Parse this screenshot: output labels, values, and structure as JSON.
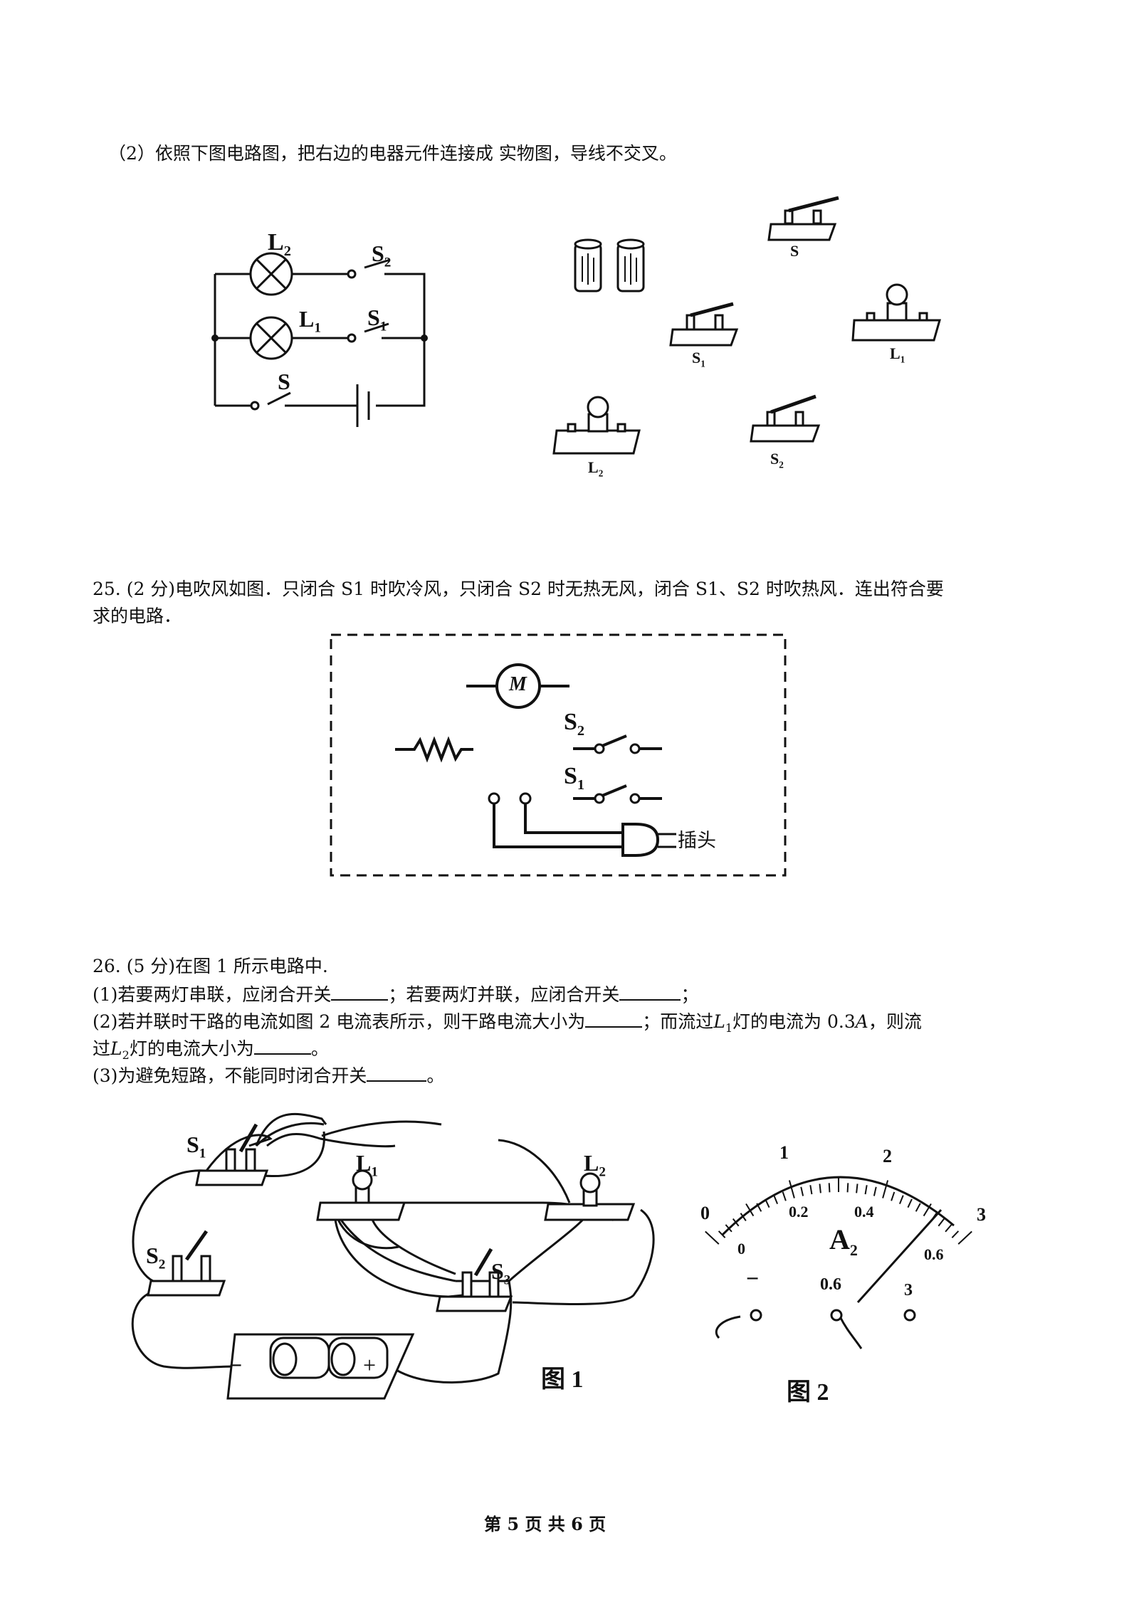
{
  "q24_2": {
    "text": "（2）依照下图电路图，把右边的电器元件连接成 实物图，导线不交叉。",
    "schematic_labels": {
      "L2": "L",
      "L1": "L",
      "S2": "S",
      "S1": "S",
      "S": "S",
      "sub2": "2",
      "sub1": "1"
    },
    "component_labels": {
      "S": "S",
      "S1": "S",
      "L1": "L",
      "L2": "L",
      "S2": "S",
      "sub1": "1",
      "sub2": "2"
    }
  },
  "q25": {
    "line1": "25. (2 分)电吹风如图．只闭合 S1 时吹冷风，只闭合 S2 时无热无风，闭合 S1、S2 时吹热风．连出符合要",
    "line2": "求的电路．",
    "motor_label": "M",
    "s2_label": "S",
    "s1_label": "S",
    "sub2": "2",
    "sub1": "1",
    "plug_label": "插头"
  },
  "q26": {
    "line0": "26. (5 分)在图 1 所示电路中.",
    "line1a": "(1)若要两灯串联，应闭合开关",
    "line1b": "；若要两灯并联，应闭合开关",
    "line1c": "；",
    "line2a": "(2)若并联时干路的电流如图 2 电流表所示，则干路电流大小为",
    "line2b": "；而流过",
    "line2c": "灯的电流为 0.3",
    "line2d": "，则流",
    "l1_var": "L",
    "l1_sub": "1",
    "unit_a": "A",
    "line3a": "过",
    "l2_var": "L",
    "l2_sub": "2",
    "line3b": "灯的电流大小为",
    "line3c": "。",
    "line4a": "(3)为避免短路，不能同时闭合开关",
    "line4b": "。",
    "fig1": {
      "label": "图 1",
      "s1": "S",
      "s2": "S",
      "s3": "S",
      "l1": "L",
      "l2": "L",
      "sub1": "1",
      "sub2": "2",
      "sub3": "3",
      "minus": "−",
      "plus": "+"
    },
    "fig2": {
      "label": "图 2",
      "scale_top": [
        "0",
        "1",
        "2",
        "3"
      ],
      "scale_bottom": [
        "0",
        "0.2",
        "0.4",
        "0.6"
      ],
      "meter": "A",
      "meter_sub": "2",
      "terminals": [
        "−",
        "0.6",
        "3"
      ]
    }
  },
  "footer": "第 5 页 共 6 页"
}
